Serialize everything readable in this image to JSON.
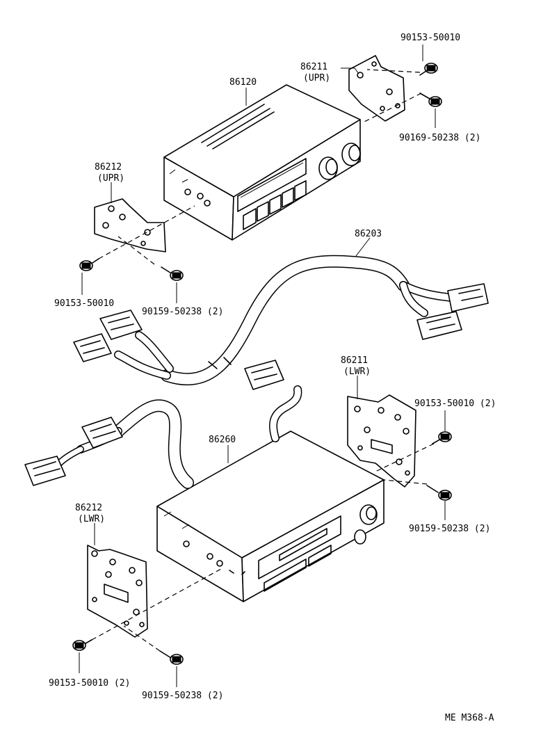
{
  "parts": {
    "radio_upper": "86120",
    "bracket_r_upr": {
      "number": "86211",
      "position": "(UPR)"
    },
    "bracket_l_upr": {
      "number": "86212",
      "position": "(UPR)"
    },
    "wire_harness": "86203",
    "tape_player": "86260",
    "bracket_r_lwr": {
      "number": "86211",
      "position": "(LWR)"
    },
    "bracket_l_lwr": {
      "number": "86212",
      "position": "(LWR)"
    }
  },
  "fasteners": {
    "upr_right_bolt": "90153-50010",
    "upr_right_screw": "90169-50238 (2)",
    "upr_left_bolt": "90153-50010",
    "upr_left_screw": "90159-50238 (2)",
    "lwr_right_bolt": "90153-50010 (2)",
    "lwr_right_screw": "90159-50238 (2)",
    "lwr_left_bolt": "90153-50010 (2)",
    "lwr_left_screw": "90159-50238 (2)"
  },
  "figure_code": "ME  M368-A"
}
